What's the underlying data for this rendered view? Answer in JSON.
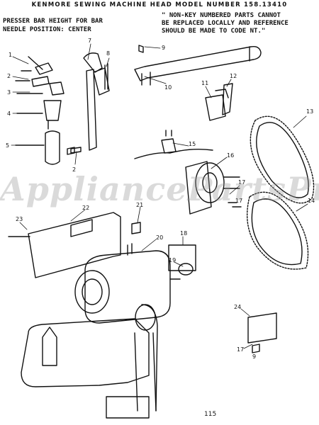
{
  "header": {
    "title": "KENMORE SEWING MACHINE HEAD MODEL NUMBER 158.13410"
  },
  "note_left": [
    "PRESSER BAR HEIGHT FOR BAR",
    "NEEDLE POSITION: CENTER"
  ],
  "note_right": [
    "\" NON-KEY NUMBERED PARTS CANNOT",
    "BE REPLACED LOCALLY AND REFERENCE",
    "SHOULD BE MADE TO CODE NT.\""
  ],
  "watermark": "AppliancePartsPros.com",
  "page_number": "115",
  "callouts": [
    "1",
    "2",
    "3",
    "4",
    "5",
    "2",
    "7",
    "8",
    "9",
    "10",
    "11",
    "12",
    "13",
    "14",
    "15",
    "16",
    "17",
    "17",
    "18",
    "19",
    "20",
    "21",
    "22",
    "23",
    "24",
    "17",
    "9"
  ],
  "colors": {
    "ink": "#111111",
    "watermark": "#969696",
    "background": "#ffffff"
  }
}
